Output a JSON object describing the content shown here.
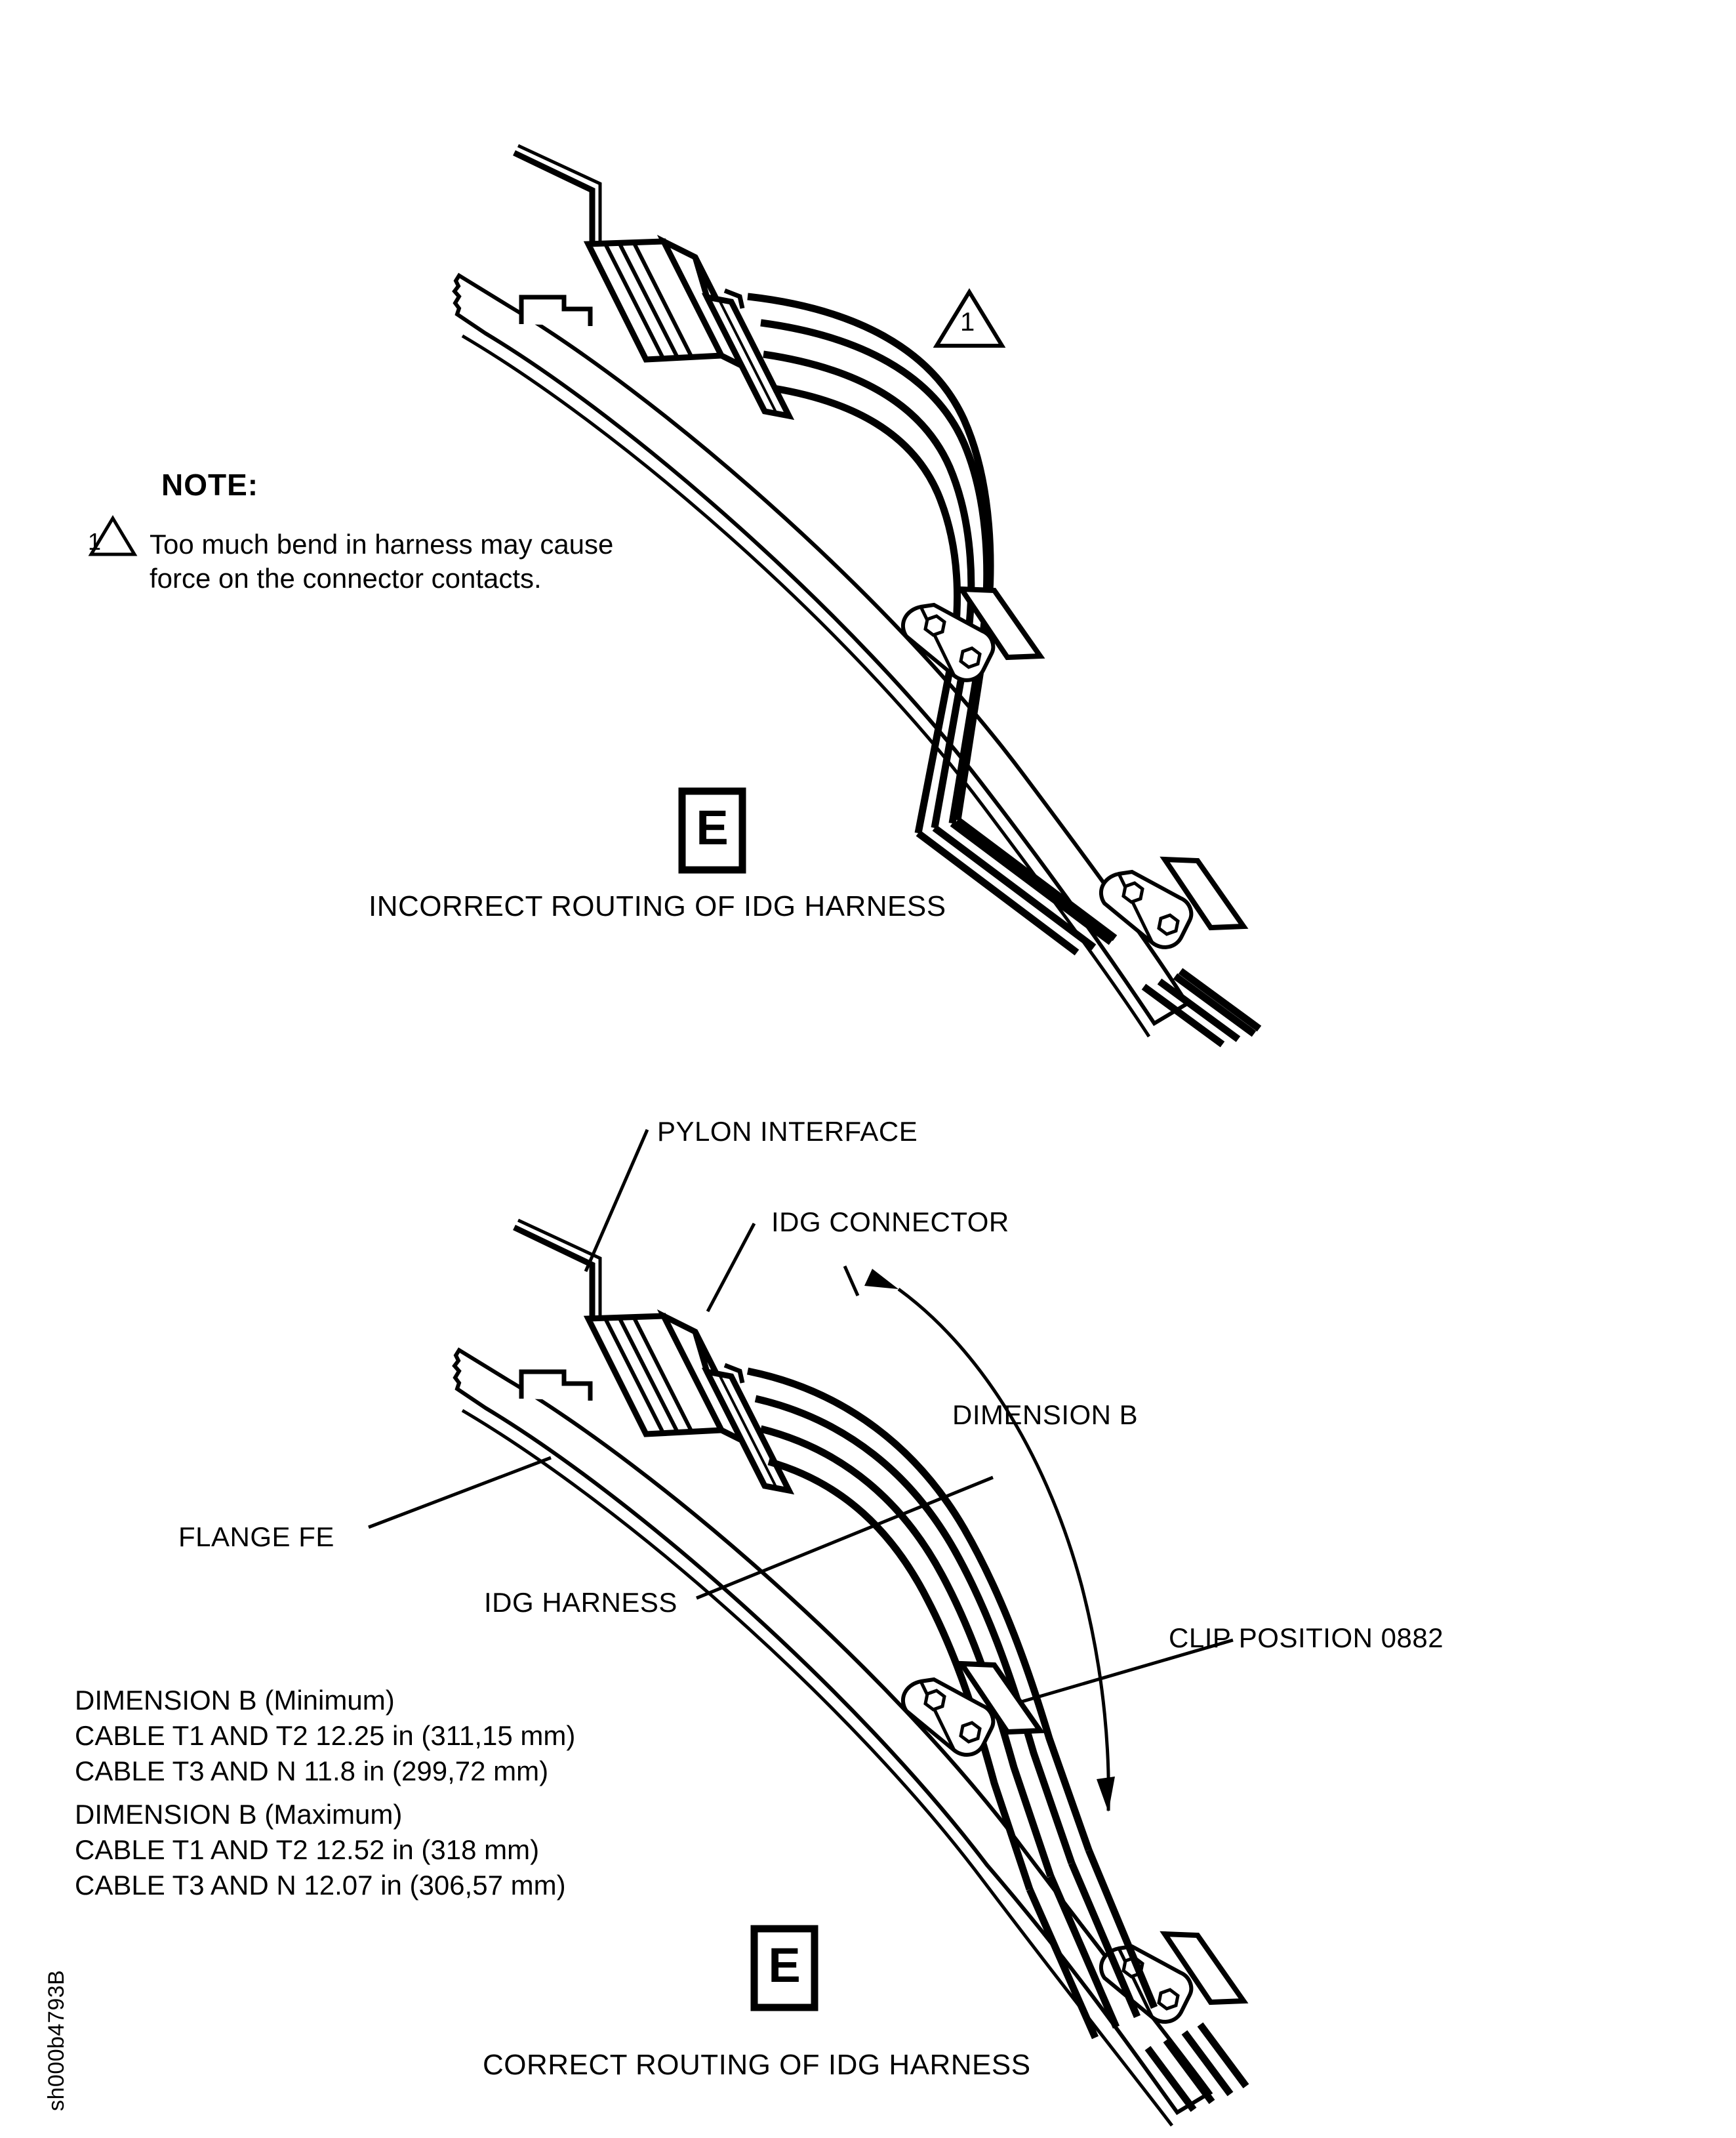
{
  "document": {
    "reference_code": "sh000b4793B"
  },
  "note": {
    "heading": "NOTE:",
    "marker": "1",
    "lines": [
      "Too much bend in harness may cause",
      "force on the connector contacts."
    ]
  },
  "upper_figure": {
    "view_letter": "E",
    "caption": "INCORRECT ROUTING OF IDG HARNESS",
    "warning_marker": "1"
  },
  "lower_figure": {
    "view_letter": "E",
    "caption": "CORRECT ROUTING OF IDG HARNESS",
    "labels": {
      "pylon_interface": "PYLON INTERFACE",
      "idg_connector": "IDG CONNECTOR",
      "dimension_b": "DIMENSION B",
      "clip_position": "CLIP POSITION 0882",
      "flange_fe": "FLANGE FE",
      "idg_harness": "IDG HARNESS"
    }
  },
  "dimension_table": {
    "minimum": {
      "heading": "DIMENSION B (Minimum)",
      "rows": [
        "CABLE T1 AND T2 12.25 in (311,15 mm)",
        "CABLE T3 AND N 11.8 in (299,72 mm)"
      ]
    },
    "maximum": {
      "heading": "DIMENSION B (Maximum)",
      "rows": [
        "CABLE T1 AND T2 12.52 in (318 mm)",
        "CABLE T3 AND N 12.07 in (306,57 mm)"
      ]
    }
  },
  "colors": {
    "ink": "#000000",
    "paper": "#ffffff"
  }
}
